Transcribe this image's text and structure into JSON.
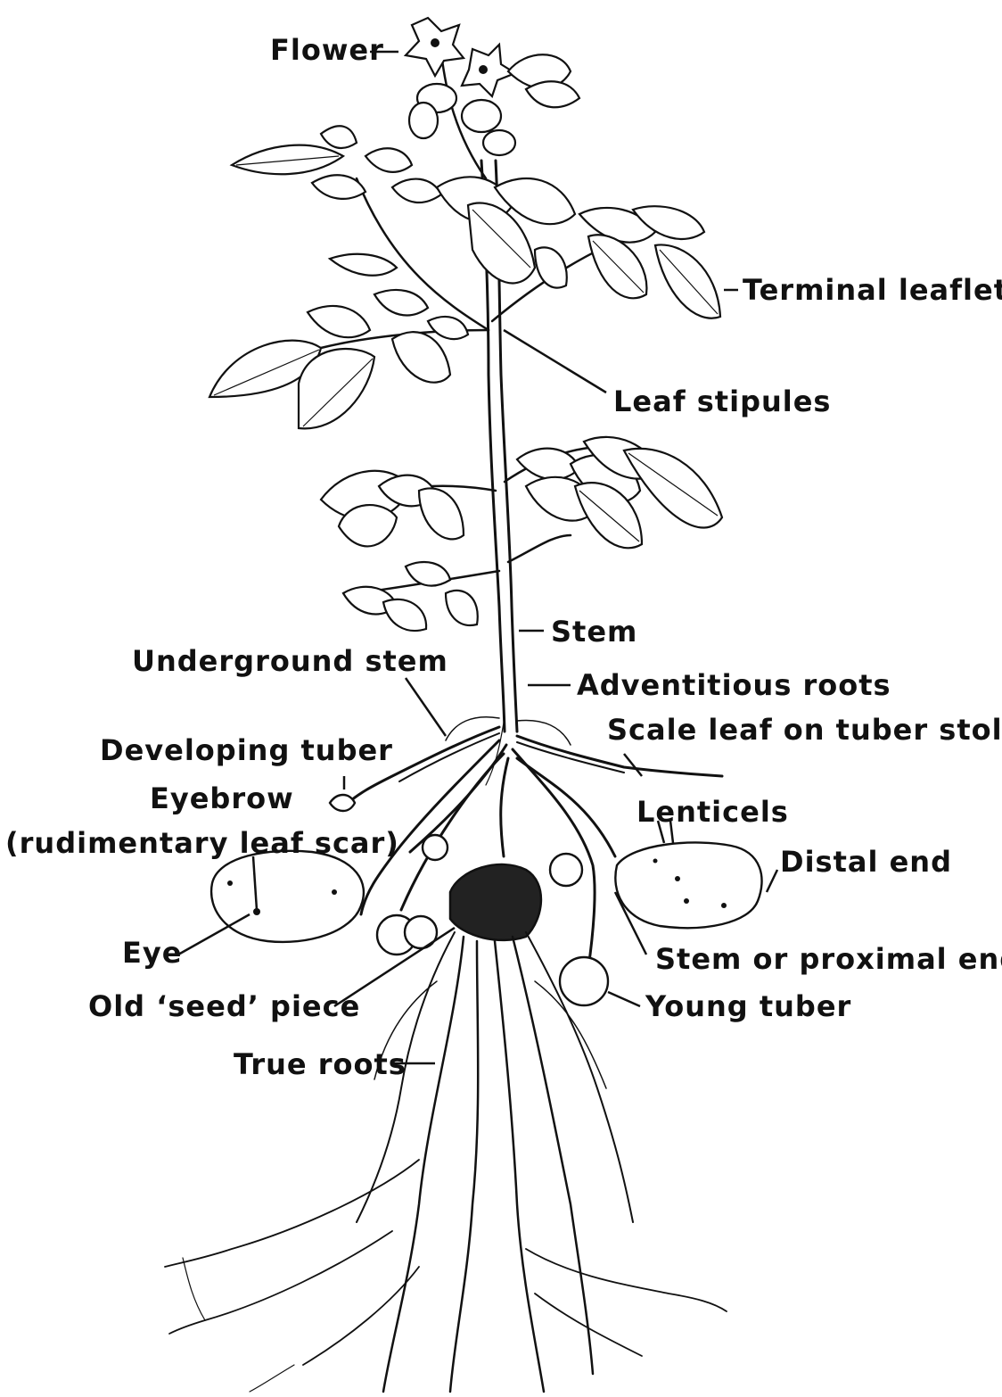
{
  "labels": {
    "flower": "Flower",
    "terminal_leaflet": "Terminal leaflet",
    "leaf_stipules": "Leaf stipules",
    "stem": "Stem",
    "underground_stem": "Underground stem",
    "adventitious_roots": "Adventitious roots",
    "scale_leaf": "Scale leaf on tuber stolon",
    "developing_tuber": "Developing tuber",
    "eyebrow": "Eyebrow",
    "eyebrow_note": "(rudimentary leaf scar)",
    "lenticels": "Lenticels",
    "distal_end": "Distal end",
    "eye": "Eye",
    "stem_proximal_end": "Stem or proximal end",
    "old_seed_piece": "Old ‘seed’ piece",
    "young_tuber": "Young tuber",
    "true_roots": "True roots"
  },
  "colors": {
    "ink": "#111111",
    "paper": "#ffffff"
  }
}
